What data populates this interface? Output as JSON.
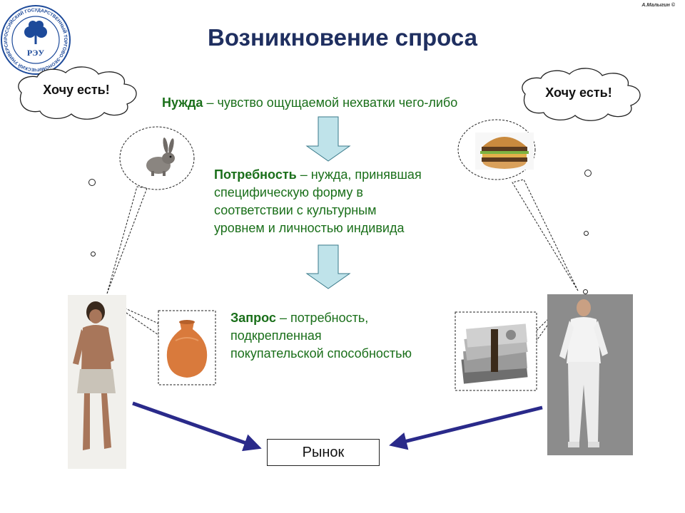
{
  "header": {
    "title": "Возникновение спроса",
    "author": "А.Малыгин ©"
  },
  "logo": {
    "letters": "РЭУ",
    "ring_text": "РОССИЙСКИЙ ГОСУДАРСТВЕННЫЙ ТОРГОВО-ЭКОНОМИЧЕСКИЙ УНИВЕРСИТЕТ"
  },
  "clouds": {
    "left": "Хочу есть!",
    "right": "Хочу есть!"
  },
  "definitions": {
    "need_term": "Нужда",
    "need_text": " – чувство ощущаемой нехватки чего-либо",
    "want_term": "Потребность",
    "want_text_1": " – нужда, принявшая",
    "want_text_2": "специфическую форму в",
    "want_text_3": "соответствии с культурным",
    "want_text_4": "уровнем и личностью индивида",
    "demand_term": "Запрос",
    "demand_text_1": " – потребность,",
    "demand_text_2": "подкрепленная",
    "demand_text_3": "покупательской способностью"
  },
  "market": {
    "label": "Рынок"
  },
  "colors": {
    "title": "#1f2f60",
    "definition_text": "#1a6f1a",
    "down_arrow_fill": "#bfe3ea",
    "market_arrow": "#2a2a8a"
  },
  "icons": {
    "left_thought": "rabbit-icon",
    "right_thought": "burger-icon",
    "left_item": "clay-jug-icon",
    "right_item": "money-stack-icon",
    "left_person": "caveman-figure",
    "right_person": "modern-man-figure"
  }
}
